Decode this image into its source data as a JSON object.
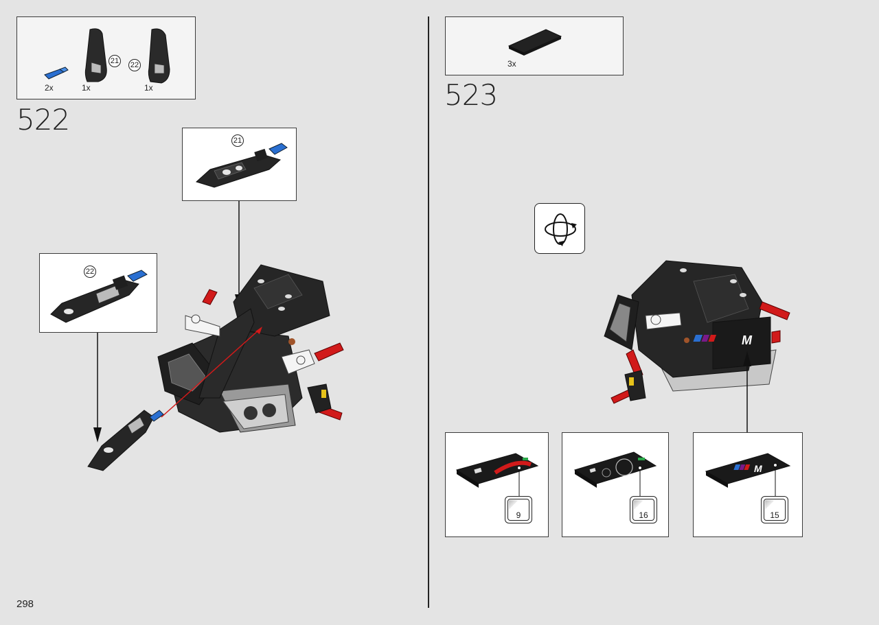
{
  "page_number": "298",
  "step_522": {
    "number": "522",
    "parts": [
      {
        "qty": "2x",
        "name": "blue-pin"
      },
      {
        "qty": "1x",
        "name": "panel-21",
        "callout": "21"
      },
      {
        "qty": "1x",
        "name": "panel-22",
        "callout": "22"
      }
    ],
    "subassembly_top_callout": "21",
    "subassembly_left_callout": "22"
  },
  "step_523": {
    "number": "523",
    "parts": [
      {
        "qty": "3x",
        "name": "black-tile"
      }
    ],
    "stickers": [
      "9",
      "16",
      "15"
    ]
  },
  "colors": {
    "page_bg": "#e4e4e4",
    "part_black": "#222222",
    "accent_red": "#d11a1a",
    "pin_blue": "#2a6fd1"
  }
}
